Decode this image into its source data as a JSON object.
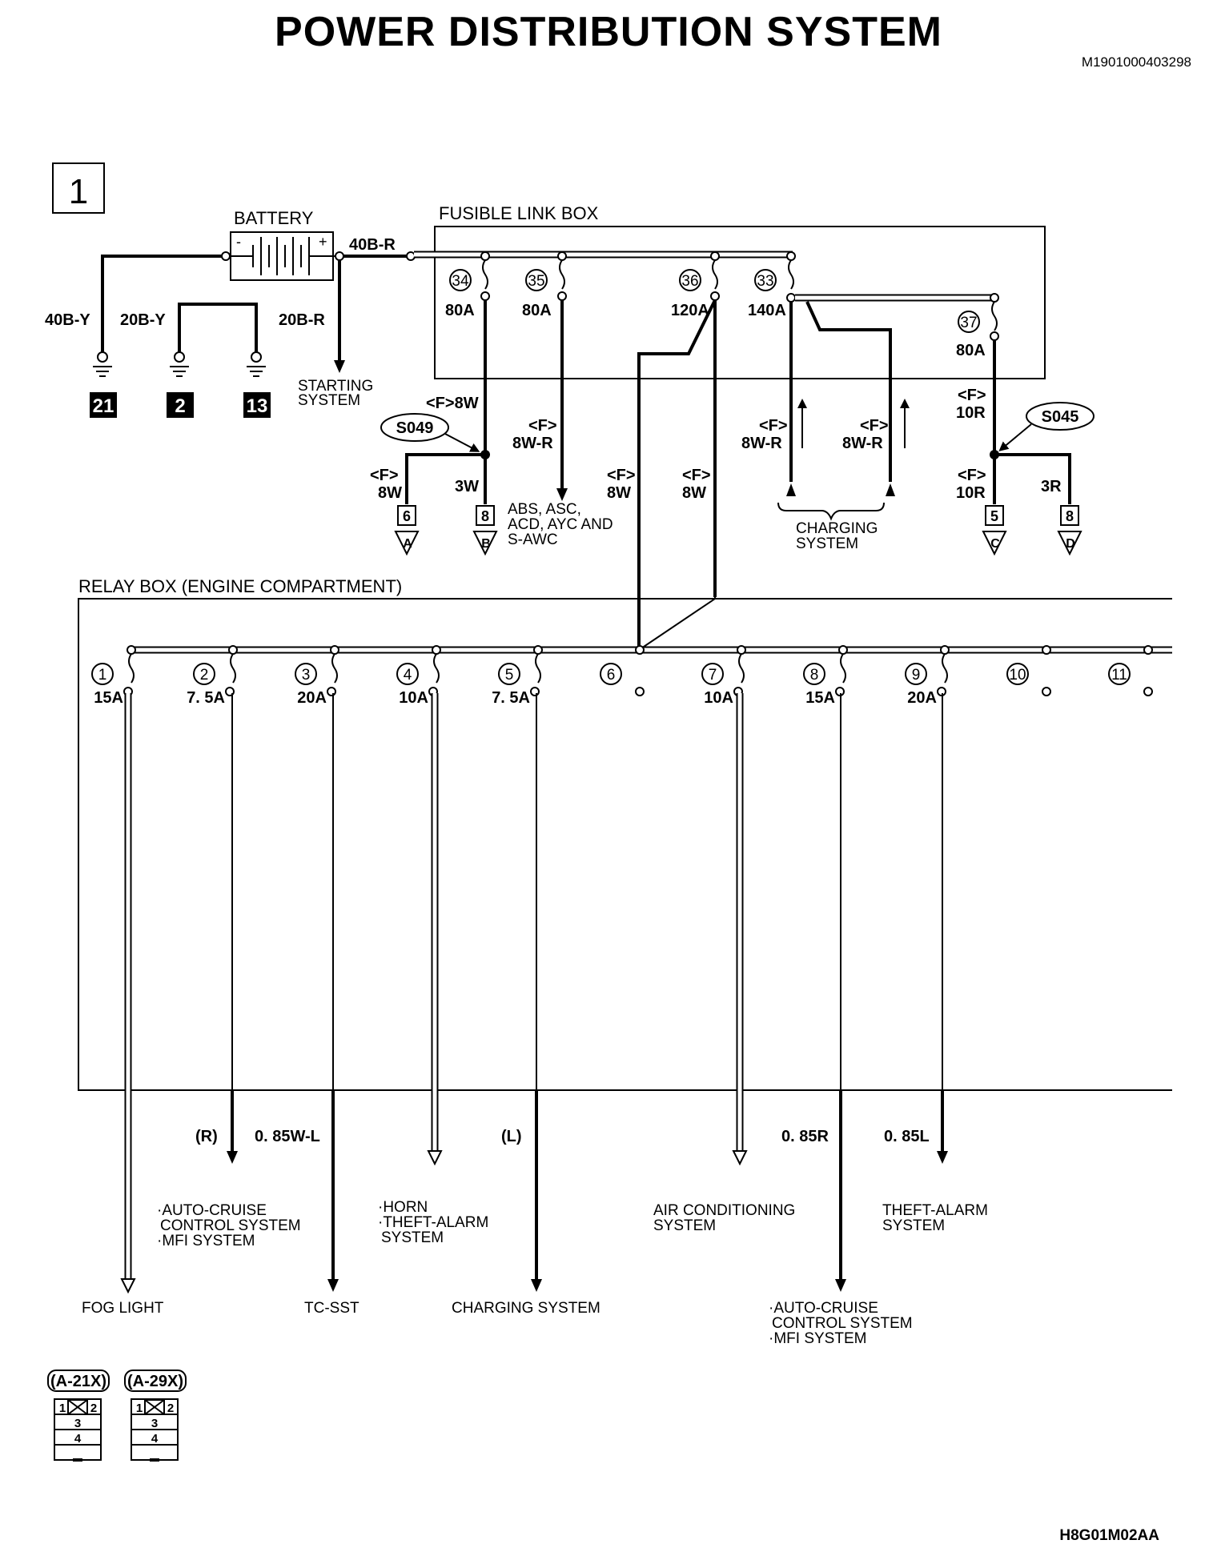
{
  "title": "POWER DISTRIBUTION SYSTEM",
  "doc_id": "M1901000403298",
  "figure_code": "H8G01M02AA",
  "sheet_number": "1",
  "battery": {
    "label": "BATTERY",
    "minus": "-",
    "plus": "+"
  },
  "wires_top": {
    "w40b_r": "40B-R",
    "w40b_y": "40B-Y",
    "w20b_y": "20B-Y",
    "w20b_r": "20B-R",
    "starting_system": [
      "STARTING",
      "SYSTEM"
    ]
  },
  "grounds": [
    "21",
    "2",
    "13"
  ],
  "fusible_link_box": {
    "label": "FUSIBLE LINK BOX",
    "fuses": [
      {
        "number": "34",
        "rating": "80A"
      },
      {
        "number": "35",
        "rating": "80A"
      },
      {
        "number": "36",
        "rating": "120A"
      },
      {
        "number": "33",
        "rating": "140A"
      },
      {
        "number": "37",
        "rating": "80A"
      }
    ]
  },
  "splices": [
    "S049",
    "S045"
  ],
  "mid_wires": {
    "f8w_top": "<F>8W",
    "f8w_left_a": "<F>",
    "f8w_left_b": "8W",
    "w3w": "3W",
    "f8wr_35_a": "<F>",
    "f8wr_35_b": "8W-R",
    "abs_text": [
      "ABS, ASC,",
      "ACD, AYC AND",
      "S-AWC"
    ],
    "f8w_36a_a": "<F>",
    "f8w_36a_b": "8W",
    "f8w_36b_a": "<F>",
    "f8w_36b_b": "8W",
    "f8wr_33a_a": "<F>",
    "f8wr_33a_b": "8W-R",
    "f8wr_33b_a": "<F>",
    "f8wr_33b_b": "8W-R",
    "charging_system": [
      "CHARGING",
      "SYSTEM"
    ],
    "f10r_top_a": "<F>",
    "f10r_top_b": "10R",
    "f10r_bot_a": "<F>",
    "f10r_bot_b": "10R",
    "w3r": "3R"
  },
  "connectors": [
    {
      "pin": "6",
      "letter": "A"
    },
    {
      "pin": "8",
      "letter": "B"
    },
    {
      "pin": "5",
      "letter": "C"
    },
    {
      "pin": "8",
      "letter": "D"
    }
  ],
  "relay_box": {
    "label": "RELAY BOX (ENGINE COMPARTMENT)",
    "fuses": [
      {
        "number": "1",
        "rating": "15A"
      },
      {
        "number": "2",
        "rating": "7. 5A"
      },
      {
        "number": "3",
        "rating": "20A"
      },
      {
        "number": "4",
        "rating": "10A"
      },
      {
        "number": "5",
        "rating": "7. 5A"
      },
      {
        "number": "6",
        "rating": ""
      },
      {
        "number": "7",
        "rating": "10A"
      },
      {
        "number": "8",
        "rating": "15A"
      },
      {
        "number": "9",
        "rating": "20A"
      },
      {
        "number": "10",
        "rating": ""
      },
      {
        "number": "11",
        "rating": ""
      }
    ]
  },
  "outputs": {
    "wire_r": "(R)",
    "wire_085wl": "0. 85W-L",
    "wire_l": "(L)",
    "wire_085r": "0. 85R",
    "wire_085l": "0. 85L",
    "auto_cruise_1": [
      "·AUTO-CRUISE",
      "CONTROL SYSTEM",
      "·MFI SYSTEM"
    ],
    "horn_theft": [
      "·HORN",
      "·THEFT-ALARM",
      "SYSTEM"
    ],
    "air_conditioning": [
      "AIR CONDITIONING",
      "SYSTEM"
    ],
    "theft_alarm": [
      "THEFT-ALARM",
      "SYSTEM"
    ],
    "fog_light": "FOG LIGHT",
    "tc_sst": "TC-SST",
    "charging_system": "CHARGING SYSTEM",
    "auto_cruise_2": [
      "·AUTO-CRUISE",
      "CONTROL SYSTEM",
      "·MFI SYSTEM"
    ]
  },
  "connector_legend": [
    {
      "name": "(A-21X)",
      "pins": [
        "1",
        "2",
        "3",
        "4"
      ]
    },
    {
      "name": "(A-29X)",
      "pins": [
        "1",
        "2",
        "3",
        "4"
      ]
    }
  ]
}
